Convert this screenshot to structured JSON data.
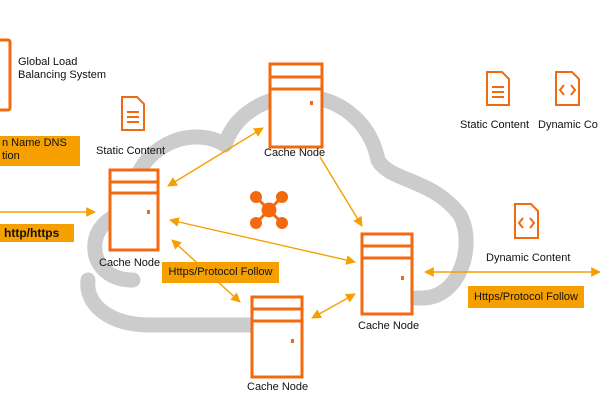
{
  "colors": {
    "accent": "#f26a0f",
    "cloud": "#cccccc",
    "tag_bg": "#f5a000",
    "text": "#111111"
  },
  "glb": {
    "line1": "Global Load",
    "line2": "Balancing System",
    "icon": "server-rack-icon"
  },
  "dns_tag": {
    "line1": "n Name DNS",
    "line2": "tion"
  },
  "http_tag": "http/https",
  "static_content_left": {
    "label": "Static Content",
    "icon": "document-icon"
  },
  "static_content_right": {
    "label": "Static Content",
    "icon": "document-icon"
  },
  "dynamic_content_top": {
    "label": "Dynamic Co",
    "icon": "code-document-icon"
  },
  "dynamic_content_mid": {
    "label": "Dynamic Content",
    "icon": "code-document-icon"
  },
  "cache_nodes": {
    "top": "Cache Node",
    "left": "Cache Node",
    "right": "Cache Node",
    "bottom": "Cache Node"
  },
  "hub_icon": "network-hub-icon",
  "protocol_tag_center": "Https/Protocol Follow",
  "protocol_tag_right": "Https/Protocol Follow"
}
